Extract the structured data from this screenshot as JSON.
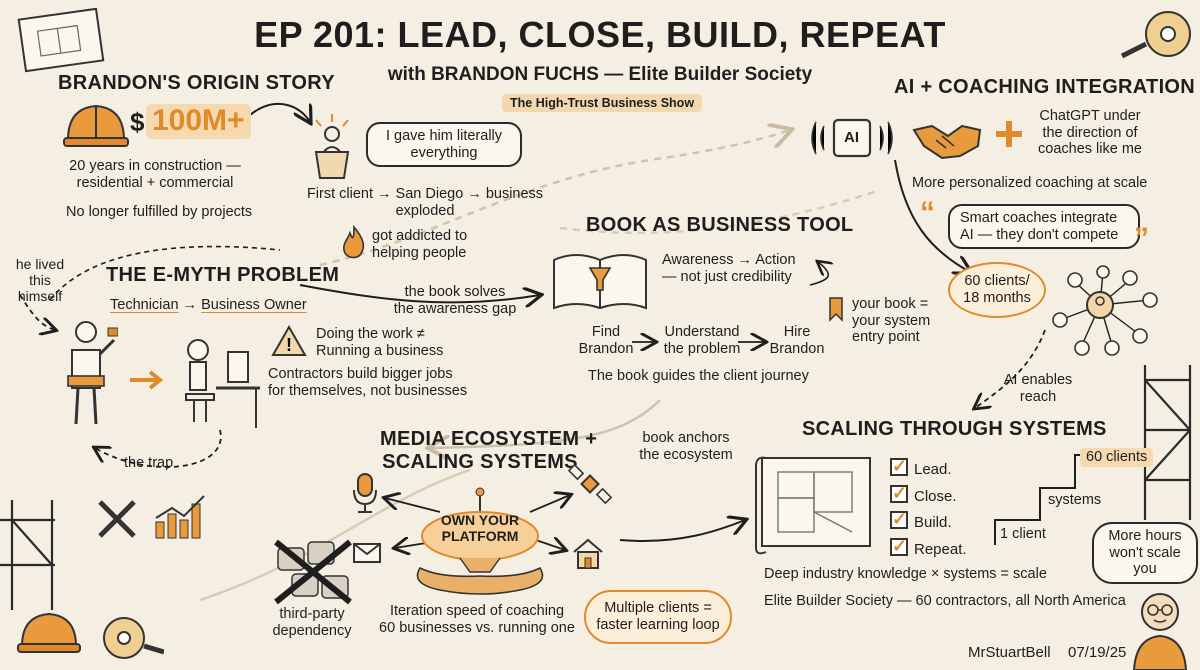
{
  "title": "EP 201: LEAD, CLOSE, BUILD, REPEAT",
  "subtitle": "with BRANDON FUCHS — Elite Builder Society",
  "show_tag": "The High-Trust Business Show",
  "colors": {
    "accent": "#e08a2b",
    "ink": "#1e1e1e",
    "paper": "#f5efe3"
  },
  "origin": {
    "header": "BRANDON'S ORIGIN STORY",
    "amount": "100M+",
    "dollar": "$",
    "years": "20 years in construction —",
    "years2": "residential + commercial",
    "unfulfilled": "No longer fulfilled by projects",
    "quote": "I gave him literally everything",
    "first_client": "First client → San Diego → business",
    "first_client2": "exploded",
    "addicted": "got addicted to",
    "addicted2": "helping people"
  },
  "emyth": {
    "header": "THE E-MYTH PROBLEM",
    "lived": "he lived",
    "lived2": "this",
    "lived3": "himself",
    "technician": "Technician",
    "arrow": "→",
    "owner": "Business Owner",
    "doing": "Doing the work ≠",
    "doing2": "Running a business",
    "contractors": "Contractors build bigger jobs",
    "contractors2": "for themselves, not businesses",
    "trap": "the trap"
  },
  "book": {
    "header": "BOOK AS BUSINESS TOOL",
    "solves": "the book solves",
    "solves2": "the awareness gap",
    "awareness": "Awareness → Action",
    "awareness2": "— not just credibility",
    "step1": "Find",
    "step1b": "Brandon",
    "step2": "Understand",
    "step2b": "the problem",
    "step3": "Hire",
    "step3b": "Brandon",
    "guides": "The book guides the client journey",
    "entry": "your book =",
    "entry2": "your system",
    "entry3": "entry point"
  },
  "ai": {
    "header": "AI + COACHING INTEGRATION",
    "chip": "AI",
    "chatgpt": "ChatGPT under",
    "chatgpt2": "the direction of",
    "chatgpt3": "coaches like me",
    "personalized": "More personalized coaching at scale",
    "quote": "Smart coaches integrate AI — they don't compete",
    "clients": "60 clients/",
    "clients2": "18 months",
    "enables": "AI enables",
    "enables2": "reach"
  },
  "media": {
    "header": "MEDIA ECOSYSTEM +",
    "header2": "SCALING SYSTEMS",
    "anchors": "book anchors",
    "anchors2": "the ecosystem",
    "own": "OWN YOUR",
    "own2": "PLATFORM",
    "third": "third-party",
    "third2": "dependency",
    "iteration": "Iteration speed of coaching",
    "iteration2": "60 businesses vs. running one",
    "loop": "Multiple clients = faster learning loop"
  },
  "scaling": {
    "header": "SCALING THROUGH SYSTEMS",
    "checklist": [
      "Lead.",
      "Close.",
      "Build.",
      "Repeat."
    ],
    "one_client": "1 client",
    "systems": "systems",
    "sixty": "60 clients",
    "hours": "More hours won't scale you",
    "knowledge": "Deep industry knowledge × systems = scale",
    "society": "Elite Builder Society — 60 contractors, all North America"
  },
  "footer": {
    "author": "MrStuartBell",
    "date": "07/19/25"
  }
}
